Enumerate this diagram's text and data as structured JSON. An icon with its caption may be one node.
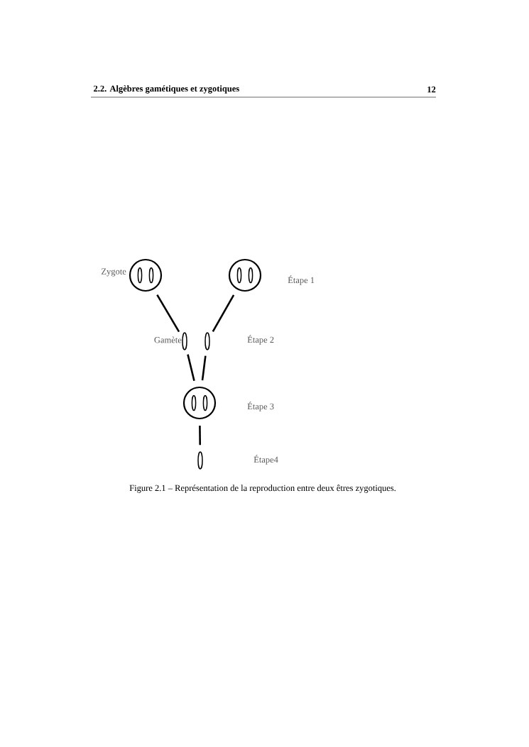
{
  "diagram": {
    "title": "2.2. Algèbres gamétiques et zygotiques",
    "caption": "Figure 2.1 – Représentation de la reproduction entre deux êtres zygotiques.",
    "nodes": [
      {
        "text": [],
        "shape": "circle",
        "beside": [
          "Zygote"
        ]
      },
      {
        "text": [],
        "shape": "circle"
      },
      {
        "text": [],
        "shape": "ellipse",
        "beside": [
          "Gamète"
        ]
      },
      {
        "text": [],
        "shape": "ellipse"
      },
      {
        "text": [],
        "shape": "circle"
      },
      {
        "text": [],
        "shape": "ellipse"
      }
    ],
    "edges": [
      {
        "from": 0,
        "to": 2,
        "arrow": "none"
      },
      {
        "from": 1,
        "to": 3,
        "arrow": "none"
      },
      {
        "from": 2,
        "to": 4,
        "arrow": "none"
      },
      {
        "from": 3,
        "to": 4,
        "arrow": "none"
      },
      {
        "from": 4,
        "to": 5,
        "arrow": "none"
      }
    ],
    "labels": [
      "12",
      "Étape 1",
      "Étape 2",
      "Étape 3",
      "Étape4"
    ]
  }
}
